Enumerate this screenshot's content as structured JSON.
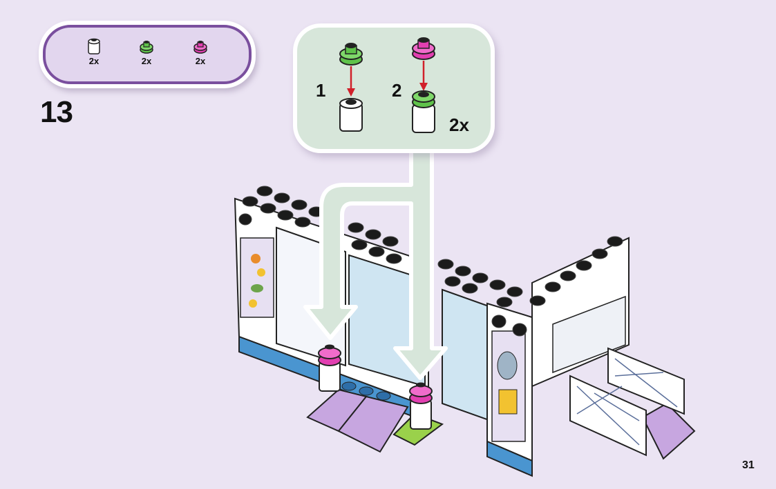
{
  "step_number": "13",
  "page_number": "31",
  "parts_list": [
    {
      "icon": "white-round-brick-icon",
      "qty": "2x",
      "color": "#ffffff"
    },
    {
      "icon": "green-flower-plate-icon",
      "qty": "2x",
      "color": "#5fc24a"
    },
    {
      "icon": "pink-flower-plate-icon",
      "qty": "2x",
      "color": "#e23fb1"
    }
  ],
  "sub_assembly": {
    "step_1_label": "1",
    "step_2_label": "2",
    "multiplier": "2x"
  },
  "colors": {
    "background": "#ebe4f3",
    "parts_box_fill": "#e2d6ee",
    "parts_box_border": "#7a4f9e",
    "callout_fill": "#d7e6da",
    "arrow_red": "#d0202a"
  }
}
